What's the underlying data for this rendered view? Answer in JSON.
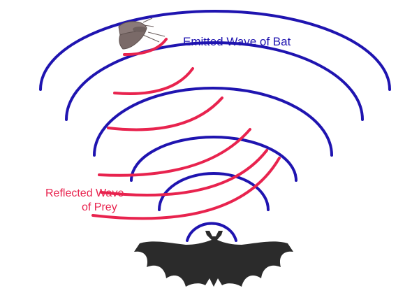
{
  "labels": {
    "emitted": "Emitted Wave of Bat",
    "reflected_line1": "Reflected Wave",
    "reflected_line2": "of Prey"
  },
  "colors": {
    "emitted_wave": "#1f14b0",
    "reflected_wave": "#e8234e",
    "bat": "#2b2b2b",
    "moth": "#8a7a78",
    "background": "#ffffff"
  },
  "icons": {
    "bat": "bat-silhouette-icon",
    "moth": "moth-icon"
  }
}
